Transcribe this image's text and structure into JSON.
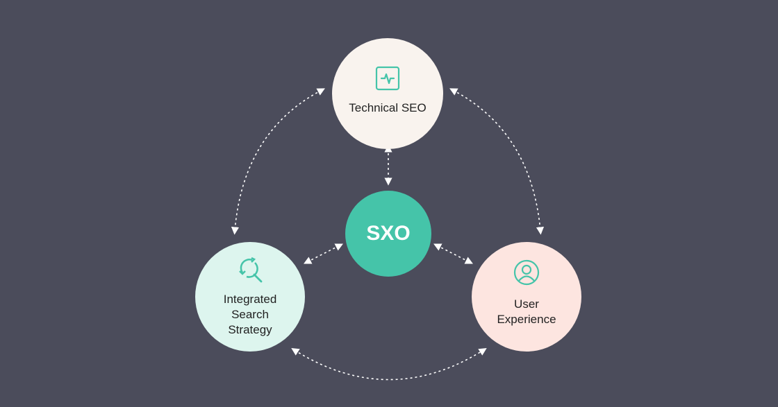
{
  "center": {
    "label": "SXO",
    "color": "#45c4a9"
  },
  "nodes": {
    "technical_seo": {
      "label": "Technical SEO",
      "icon": "activity-pulse-icon",
      "color": "#f9f3ee"
    },
    "integrated": {
      "line1": "Integrated",
      "line2": "Search",
      "line3": "Strategy",
      "icon": "refresh-search-icon",
      "color": "#ddf5ee"
    },
    "user_experience": {
      "line1": "User",
      "line2": "Experience",
      "icon": "user-circle-icon",
      "color": "#fde5e0"
    }
  },
  "colors": {
    "background": "#4b4c5b",
    "accent": "#45c4a9",
    "connector": "#ffffff"
  }
}
